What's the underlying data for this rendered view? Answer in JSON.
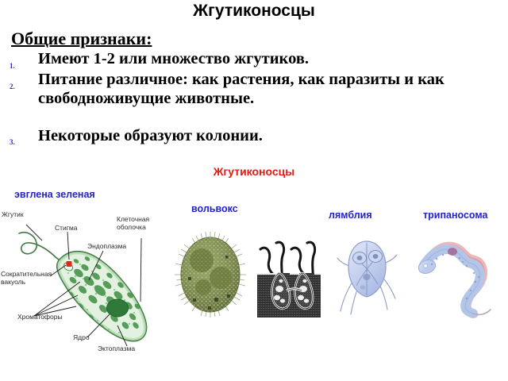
{
  "slide": {
    "title": "Жгутиконосцы",
    "subheading": "Общие признаки:",
    "bullets": [
      {
        "number": "1.",
        "text": "Имеют 1-2 или множество жгутиков."
      },
      {
        "number": "2.",
        "text": "Питание различное:  как растения, как паразиты и как свободноживущие животные."
      },
      {
        "number": "3.",
        "text": "Некоторые   образуют колонии."
      }
    ]
  },
  "figure": {
    "heading": "Жгутиконосцы",
    "heading_color": "#e01b10",
    "label_color": "#2222c8",
    "species": [
      {
        "key": "euglena",
        "label": "эвглена зеленая"
      },
      {
        "key": "volvox",
        "label": "вольвокс"
      },
      {
        "key": "lamblia",
        "label": "лямблия"
      },
      {
        "key": "trypanosoma",
        "label": "трипаносома"
      }
    ],
    "euglena_parts": [
      {
        "key": "flagellum",
        "label": "Жгутик"
      },
      {
        "key": "stigma",
        "label": "Стигма"
      },
      {
        "key": "cell_membrane_l1",
        "label": "Клеточная"
      },
      {
        "key": "cell_membrane_l2",
        "label": "оболочка"
      },
      {
        "key": "endoplasm",
        "label": "Эндоплазма"
      },
      {
        "key": "contractile_vacuole_l1",
        "label": "Сократительная"
      },
      {
        "key": "contractile_vacuole_l2",
        "label": "вакуоль"
      },
      {
        "key": "chromatophores",
        "label": "Хроматофоры"
      },
      {
        "key": "nucleus",
        "label": "Ядро"
      },
      {
        "key": "ectoplasm",
        "label": "Эктоплазма"
      }
    ]
  }
}
